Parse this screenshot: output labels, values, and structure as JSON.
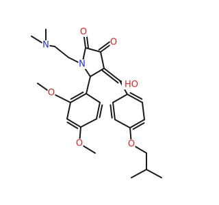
{
  "diagram": {
    "type": "chemical-structure",
    "colors": {
      "bond": "#1a1a1a",
      "nitrogen": "#1f2be0",
      "oxygen": "#e02020"
    },
    "labels": {
      "n_dimethylamino": "N",
      "n_ring": "N",
      "o_ketone_2": "O",
      "o_ketone_3": "O",
      "oh": "HO",
      "o_methoxy_2": "O",
      "o_methoxy_4": "O",
      "o_isobutoxy": "O"
    }
  }
}
